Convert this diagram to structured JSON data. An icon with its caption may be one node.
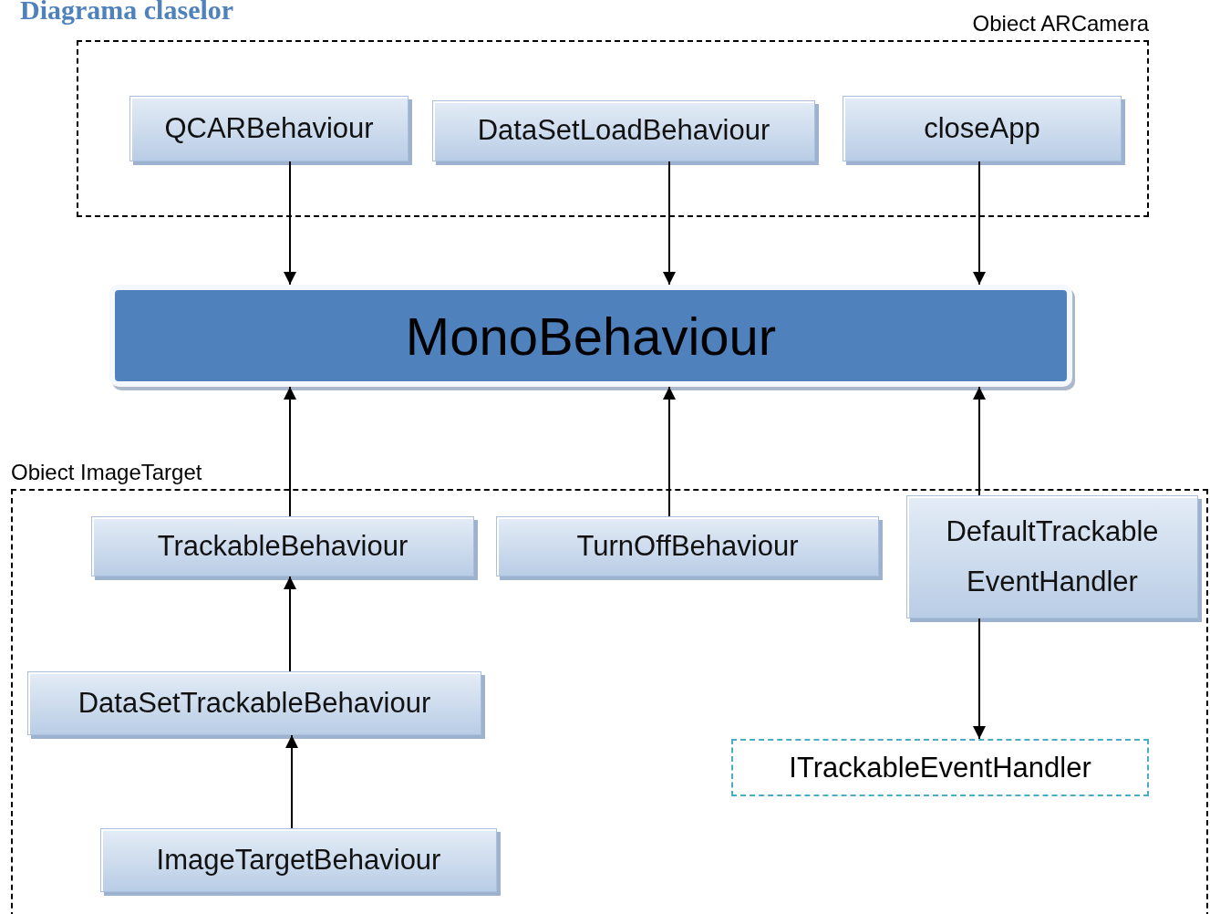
{
  "diagram": {
    "title": "Diagrama claselor",
    "nodes": [
      {
        "text": [
          "Obiect ARCamera"
        ]
      },
      {
        "text": [
          "QCARBehaviour"
        ],
        "in": 0
      },
      {
        "text": [
          "DataSetLoadBehaviour"
        ],
        "in": 0
      },
      {
        "text": [
          "closeApp"
        ],
        "in": 0
      },
      {
        "text": [
          "MonoBehaviour"
        ]
      },
      {
        "text": [
          "Obiect ImageTarget"
        ]
      },
      {
        "text": [
          "TrackableBehaviour"
        ],
        "in": 5
      },
      {
        "text": [
          "TurnOffBehaviour"
        ],
        "in": 5
      },
      {
        "text": [
          "DefaultTrackable EventHandler"
        ],
        "in": 5
      },
      {
        "text": [
          "DataSetTrackableBehaviour"
        ],
        "in": 5
      },
      {
        "text": [
          "ImageTargetBehaviour"
        ],
        "in": 5
      },
      {
        "text": [
          "ITrackableEventHandler"
        ],
        "in": 5
      }
    ],
    "edges": [
      {
        "from": 1,
        "to": 4,
        "arrow": "to"
      },
      {
        "from": 2,
        "to": 4,
        "arrow": "to"
      },
      {
        "from": 3,
        "to": 4,
        "arrow": "to"
      },
      {
        "from": 6,
        "to": 4,
        "arrow": "to"
      },
      {
        "from": 7,
        "to": 4,
        "arrow": "to"
      },
      {
        "from": 8,
        "to": 4,
        "arrow": "to"
      },
      {
        "from": 9,
        "to": 6,
        "arrow": "to"
      },
      {
        "from": 10,
        "to": 9,
        "arrow": "to"
      },
      {
        "from": 8,
        "to": 11,
        "arrow": "to"
      }
    ]
  }
}
